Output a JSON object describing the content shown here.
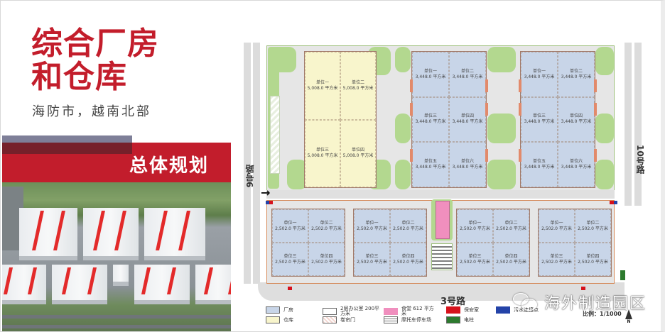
{
  "left_panel": {
    "title_line1": "综合厂房",
    "title_line2": "和仓库",
    "subtitle": "海防市，越南北部",
    "section_title": "总体规划"
  },
  "plan": {
    "roads": {
      "west": "9号路",
      "east": "10号路",
      "south": "3号路"
    },
    "entrance_arrow": "→",
    "north_row": {
      "warehouse_block": {
        "type": "仓库",
        "units": [
          {
            "name": "单位一",
            "area": "5,008.0 平方米"
          },
          {
            "name": "单位二",
            "area": "5,008.0 平方米"
          },
          {
            "name": "单位三",
            "area": "5,008.0 平方米"
          },
          {
            "name": "单位四",
            "area": "5,008.0 平方米"
          }
        ]
      },
      "factory_block_a": {
        "type": "厂房",
        "units": [
          {
            "name": "单位一",
            "area": "3,448.0 平方米"
          },
          {
            "name": "单位二",
            "area": "3,448.0 平方米"
          },
          {
            "name": "单位三",
            "area": "3,448.0 平方米"
          },
          {
            "name": "单位四",
            "area": "3,448.0 平方米"
          },
          {
            "name": "单位五",
            "area": "3,448.0 平方米"
          },
          {
            "name": "单位六",
            "area": "3,448.0 平方米"
          }
        ]
      },
      "factory_block_b": {
        "type": "厂房",
        "units": [
          {
            "name": "单位一",
            "area": "3,448.0 平方米"
          },
          {
            "name": "单位二",
            "area": "3,448.0 平方米"
          },
          {
            "name": "单位三",
            "area": "3,448.0 平方米"
          },
          {
            "name": "单位四",
            "area": "3,448.0 平方米"
          },
          {
            "name": "单位五",
            "area": "3,448.0 平方米"
          },
          {
            "name": "单位六",
            "area": "3,448.0 平方米"
          }
        ]
      }
    },
    "south_row": {
      "blocks": [
        {
          "units": [
            {
              "name": "单位一",
              "area": "2,502.0 平方米"
            },
            {
              "name": "单位二",
              "area": "2,502.0 平方米"
            },
            {
              "name": "单位三",
              "area": "2,502.0 平方米"
            },
            {
              "name": "单位四",
              "area": "2,502.0 平方米"
            }
          ]
        },
        {
          "units": [
            {
              "name": "单位一",
              "area": "2,502.0 平方米"
            },
            {
              "name": "单位二",
              "area": "2,502.0 平方米"
            },
            {
              "name": "单位三",
              "area": "2,502.0 平方米"
            },
            {
              "name": "单位四",
              "area": "2,502.0 平方米"
            }
          ]
        },
        {
          "units": [
            {
              "name": "单位一",
              "area": "2,502.0 平方米"
            },
            {
              "name": "单位二",
              "area": "2,502.0 平方米"
            },
            {
              "name": "单位三",
              "area": "2,502.0 平方米"
            },
            {
              "name": "单位四",
              "area": "2,502.0 平方米"
            }
          ]
        },
        {
          "units": [
            {
              "name": "单位一",
              "area": "2,502.0 平方米"
            },
            {
              "name": "单位二",
              "area": "2,502.0 平方米"
            },
            {
              "name": "单位三",
              "area": "2,502.0 平方米"
            },
            {
              "name": "单位四",
              "area": "2,502.0 平方米"
            }
          ]
        }
      ]
    }
  },
  "legend": {
    "items": [
      {
        "label": "厂房",
        "color": "#c8d5e8"
      },
      {
        "label": "仓库",
        "color": "#f8f5cc"
      },
      {
        "label": "2层办公室 200平方米",
        "color": "#ffffff"
      },
      {
        "label": "卷帘门",
        "color": "#f3d6d0"
      },
      {
        "label": "食堂 612 平方米",
        "color": "#f08fbe"
      },
      {
        "label": "摩托车停车场",
        "color": "#9a9a9a"
      },
      {
        "label": "保安室",
        "color": "#d6121c"
      },
      {
        "label": "电柱",
        "color": "#2d7a2e"
      },
      {
        "label": "污水连接点",
        "color": "#2443a8"
      }
    ],
    "scale": "比例：1/1000",
    "north": "N"
  },
  "watermark": "海外制造园区",
  "colors": {
    "brand_red": "#c31d2b",
    "band_gray": "#7e7f98",
    "band_dark": "#76202a",
    "green_area": "#b3d88f"
  }
}
